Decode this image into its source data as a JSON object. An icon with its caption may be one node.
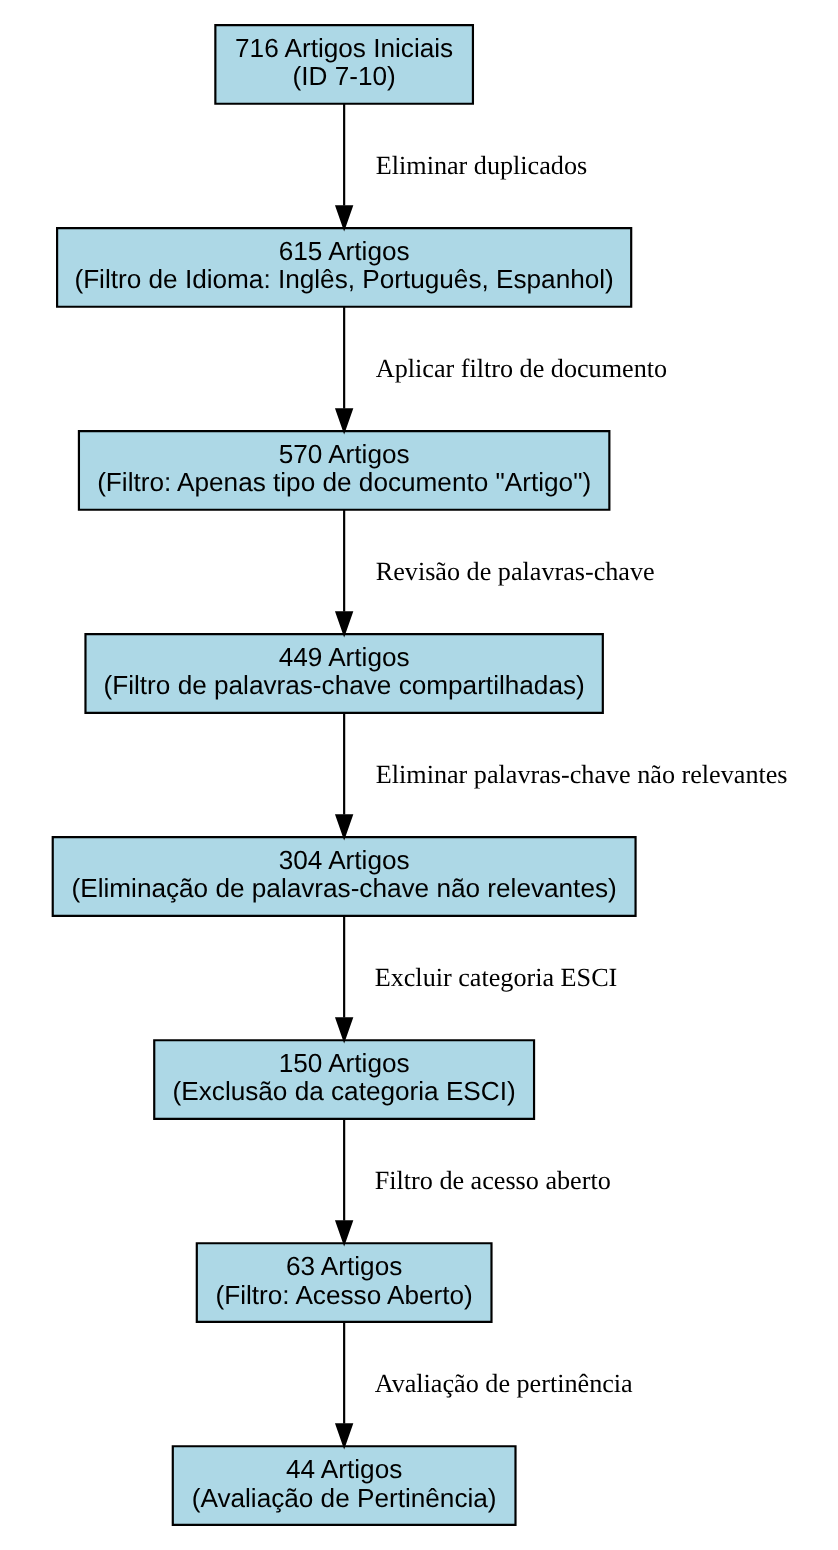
{
  "diagram": {
    "nodes": [
      {
        "text": [
          "716 Artigos Iniciais",
          "(ID 7-10)"
        ]
      },
      {
        "text": [
          "615 Artigos",
          "(Filtro de Idioma: Inglês, Português, Espanhol)"
        ]
      },
      {
        "text": [
          "570 Artigos",
          "(Filtro: Apenas tipo de documento \"Artigo\")"
        ]
      },
      {
        "text": [
          "449 Artigos",
          "(Filtro de palavras-chave compartilhadas)"
        ]
      },
      {
        "text": [
          "304 Artigos",
          "(Eliminação de palavras-chave não relevantes)"
        ]
      },
      {
        "text": [
          "150 Artigos",
          "(Exclusão da categoria ESCI)"
        ]
      },
      {
        "text": [
          "63 Artigos",
          "(Filtro: Acesso Aberto)"
        ]
      },
      {
        "text": [
          "44 Artigos",
          "(Avaliação de Pertinência)"
        ]
      }
    ],
    "edges": [
      {
        "from": 0,
        "to": 1,
        "arrow": "to",
        "label": "Eliminar duplicados"
      },
      {
        "from": 1,
        "to": 2,
        "arrow": "to",
        "label": "Aplicar filtro de documento"
      },
      {
        "from": 2,
        "to": 3,
        "arrow": "to",
        "label": "Revisão de palavras-chave"
      },
      {
        "from": 3,
        "to": 4,
        "arrow": "to",
        "label": "Eliminar palavras-chave não relevantes"
      },
      {
        "from": 4,
        "to": 5,
        "arrow": "to",
        "label": "Excluir categoria ESCI"
      },
      {
        "from": 5,
        "to": 6,
        "arrow": "to",
        "label": "Filtro de acesso aberto"
      },
      {
        "from": 6,
        "to": 7,
        "arrow": "to",
        "label": "Avaliação de pertinência"
      }
    ]
  }
}
